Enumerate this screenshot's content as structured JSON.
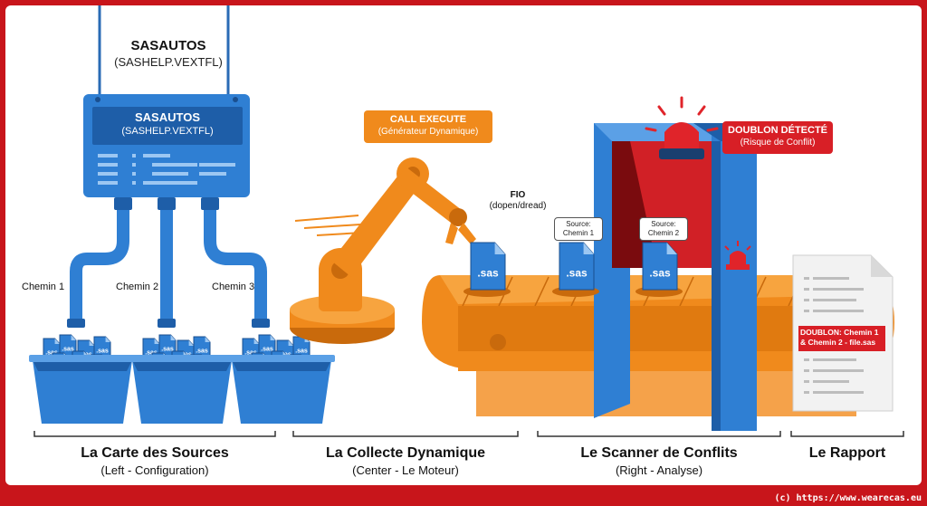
{
  "top_title": "SASAUTOS",
  "top_subtitle": "(SASHELP.VEXTFL)",
  "screen_title": "SASAUTOS",
  "screen_subtitle": "(SASHELP.VEXTFL)",
  "paths": [
    "Chemin 1",
    "Chemin 2",
    "Chemin 3"
  ],
  "file_label": ".sas",
  "call_execute": {
    "title": "CALL EXECUTE",
    "subtitle": "(Générateur Dynamique)"
  },
  "fio": {
    "title": "FIO",
    "subtitle": "(dopen/dread)"
  },
  "bubbles": [
    {
      "line1": "Source:",
      "line2": "Chemin 1"
    },
    {
      "line1": "Source:",
      "line2": "Chemin 2"
    }
  ],
  "alert": {
    "title": "DOUBLON DÉTECTÉ",
    "subtitle": "(Risque de Conflit)"
  },
  "report_note": "DOUBLON: Chemin 1 & Chemin 2 - file.sas",
  "sections": [
    {
      "title": "La Carte des Sources",
      "subtitle": "(Left - Configuration)"
    },
    {
      "title": "La Collecte Dynamique",
      "subtitle": "(Center - Le Moteur)"
    },
    {
      "title": "Le Scanner de Conflits",
      "subtitle": "(Right - Analyse)"
    },
    {
      "title": "Le Rapport",
      "subtitle": ""
    }
  ],
  "copyright": "(c) https://www.wearecas.eu",
  "colors": {
    "blue": "#2f7fd3",
    "blue_dark": "#1e5ea8",
    "orange": "#f08a1c",
    "orange_dark": "#c96a0c",
    "red": "#d81f26",
    "frame": "#c8151b"
  }
}
